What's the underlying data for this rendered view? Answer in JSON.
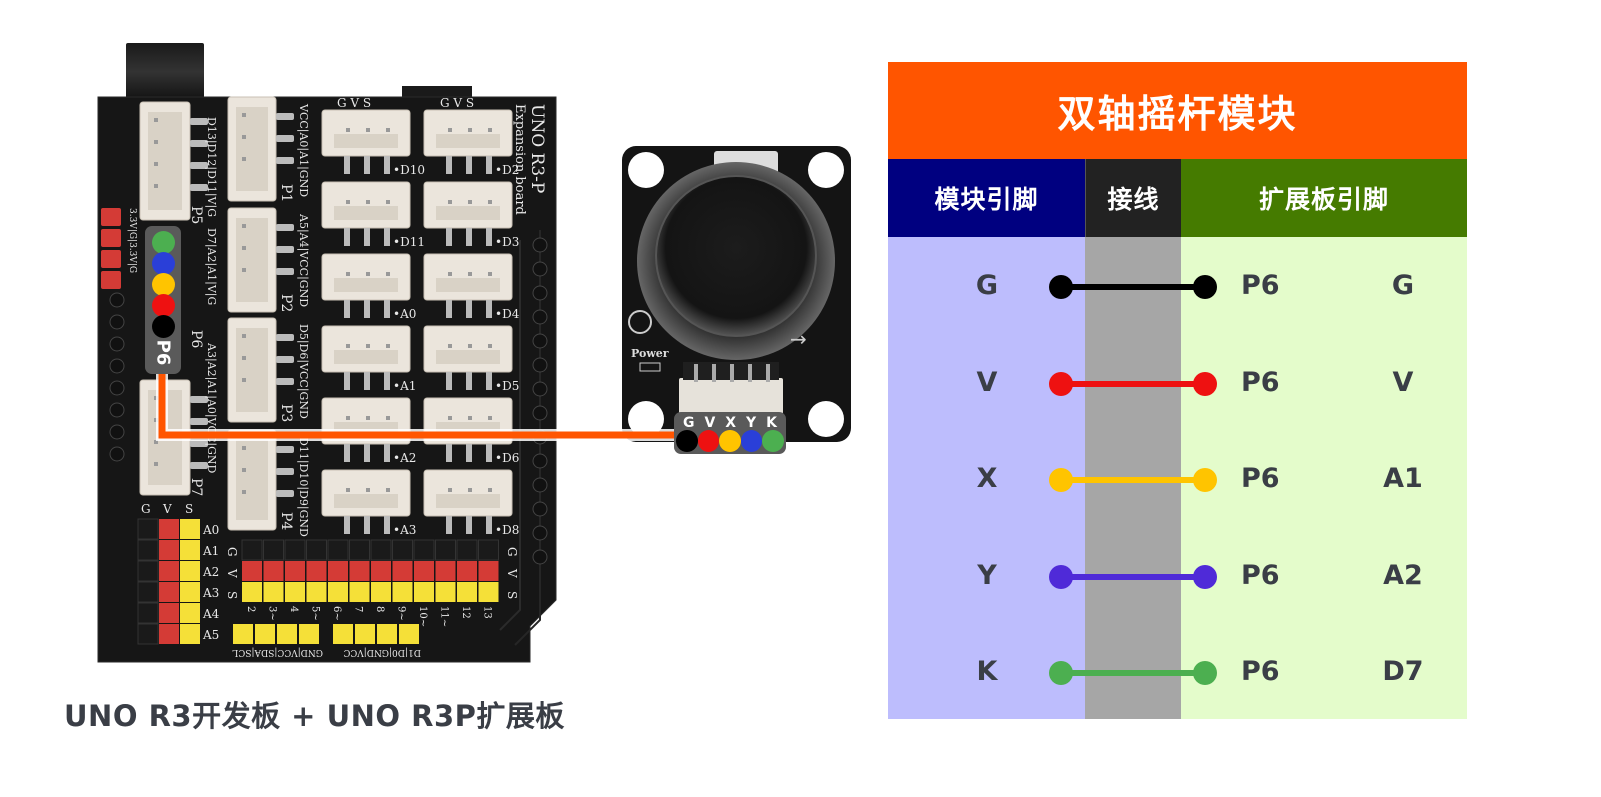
{
  "board": {
    "caption": "UNO R3开发板 + UNO R3P扩展板",
    "silkscreen": {
      "board_name": "UNO R3-P",
      "board_subtitle": "Expansion board",
      "header_labels": [
        "G V S",
        "G V S"
      ],
      "port_labels": [
        "P1",
        "P2",
        "P3",
        "P4",
        "P5",
        "P6",
        "P7"
      ],
      "port_pin_labels": {
        "P1": "VCC|A0|A1|GND",
        "P2": "A5|A4|VCC|GND",
        "P3": "D5|D6|VCC|GND",
        "P4": "D11|D10|D9|GND",
        "P5": "D13|D12|D11|V|G",
        "P6": "D7|A2|A1|V|G",
        "P7": "A3|A2|A1|A0|VCC|GND"
      },
      "gvs_connectors_left": [
        "D10",
        "D11",
        "A0",
        "A1",
        "A2",
        "A3"
      ],
      "gvs_connectors_right": [
        "D2",
        "D3",
        "D4",
        "D5",
        "D6",
        "D8"
      ],
      "power_jumper_label": "3.3V|G|3.3V|G",
      "analog_header_labels": [
        "G",
        "V",
        "S"
      ],
      "analog_rows": [
        "A0",
        "A1",
        "A2",
        "A3",
        "A4",
        "A5"
      ],
      "digital_row_labels": [
        "G",
        "V",
        "S"
      ],
      "digital_pins": [
        "2",
        "3~",
        "4",
        "5~",
        "6~",
        "7",
        "8",
        "9~",
        "10~",
        "11~",
        "12",
        "13"
      ],
      "bottom_headers": [
        "GND|VCC|SDA|SCL",
        "D1|D0|GND|VCC"
      ]
    },
    "p6_tag": {
      "label": "P6",
      "dots": [
        "green",
        "blue",
        "yellow",
        "red",
        "black"
      ]
    }
  },
  "joystick": {
    "silkscreen_power": "Power",
    "connector_pins": [
      "G",
      "V",
      "X",
      "Y",
      "K"
    ]
  },
  "colors": {
    "cable": "#ff5500",
    "black": "#000000",
    "red": "#ee1111",
    "yellow": "#ffc400",
    "blue": "#2a3fd8",
    "purple": "#4f2ad8",
    "green": "#4caf50",
    "title_bg": "#ff5500",
    "module_header_bg": "#000080",
    "wire_header_bg": "#222222",
    "board_header_bg": "#457b00"
  },
  "table": {
    "title": "双轴摇杆模块",
    "headers": {
      "module_pin": "模块引脚",
      "wire": "接线",
      "board_pin": "扩展板引脚"
    },
    "rows": [
      {
        "module_pin": "G",
        "port": "P6",
        "board_pin": "G",
        "wire_color": "#000000"
      },
      {
        "module_pin": "V",
        "port": "P6",
        "board_pin": "V",
        "wire_color": "#ee1111"
      },
      {
        "module_pin": "X",
        "port": "P6",
        "board_pin": "A1",
        "wire_color": "#ffc400"
      },
      {
        "module_pin": "Y",
        "port": "P6",
        "board_pin": "A2",
        "wire_color": "#4f2ad8"
      },
      {
        "module_pin": "K",
        "port": "P6",
        "board_pin": "D7",
        "wire_color": "#4caf50"
      }
    ]
  }
}
